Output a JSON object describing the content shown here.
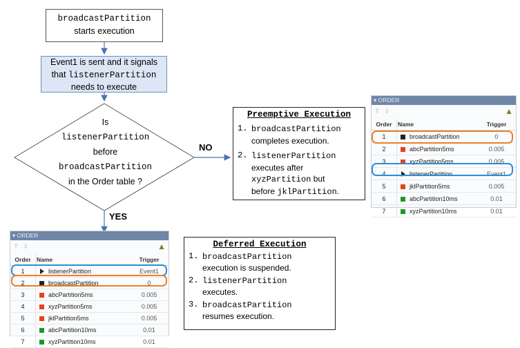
{
  "flow": {
    "start_line1": "broadcastPartition",
    "start_line2": "starts execution",
    "event_line1": "Event1 is sent and it signals",
    "event_line2_prefix": "that ",
    "event_line2_code": "listenerPartition",
    "event_line3": "needs to execute",
    "decision_line1": "Is",
    "decision_line2": "listenerPartition",
    "decision_line3": "before",
    "decision_line4": "broadcastPartition",
    "decision_line5": "in the Order table ?",
    "no_label": "NO",
    "yes_label": "YES"
  },
  "preemptive": {
    "title": "Preemptive Execution",
    "items": [
      {
        "num": "1.",
        "code": "broadcastPartition",
        "text": "completes execution."
      },
      {
        "num": "2.",
        "code": "listenerPartition",
        "text1": "executes after",
        "code2": "xyzPartition",
        "text2": " but",
        "text3": "before ",
        "code3": "jklPartition",
        "text4": "."
      }
    ]
  },
  "deferred": {
    "title": "Deferred Execution",
    "items": [
      {
        "num": "1.",
        "code": "broadcastPartition",
        "text": "execution is suspended."
      },
      {
        "num": "2.",
        "code": "listenerPartition",
        "text": "executes."
      },
      {
        "num": "3.",
        "code": "broadcastPartition",
        "text": "resumes execution."
      }
    ]
  },
  "order_table": {
    "header": "ORDER",
    "col_order": "Order",
    "col_name": "Name",
    "col_trigger": "Trigger"
  },
  "colors": {
    "highlight_orange": "#e8802a",
    "highlight_blue": "#2a8fd8",
    "periodic_fast": "#e8401c",
    "periodic_slow": "#1a9a2a",
    "event_icon": "#222222"
  },
  "right_table_rows": [
    {
      "order": "1",
      "name": "broadcastPartition",
      "trigger": "0",
      "icon": "black-square-icon"
    },
    {
      "order": "2",
      "name": "abcPartition5ms",
      "trigger": "0.005",
      "icon": "red-square-icon"
    },
    {
      "order": "3",
      "name": "xyzPartition5ms",
      "trigger": "0.005",
      "icon": "red-square-icon"
    },
    {
      "order": "4",
      "name": "listenerPartition",
      "trigger": "Event1",
      "icon": "event-triangle-icon"
    },
    {
      "order": "5",
      "name": "jklPartition5ms",
      "trigger": "0.005",
      "icon": "red-square-icon"
    },
    {
      "order": "6",
      "name": "abcPartition10ms",
      "trigger": "0.01",
      "icon": "green-square-icon"
    },
    {
      "order": "7",
      "name": "xyzPartition10ms",
      "trigger": "0.01",
      "icon": "green-square-icon"
    }
  ],
  "left_table_rows": [
    {
      "order": "1",
      "name": "listenerPartition",
      "trigger": "Event1",
      "icon": "event-triangle-icon"
    },
    {
      "order": "2",
      "name": "broadcastPartition",
      "trigger": "0",
      "icon": "black-square-icon"
    },
    {
      "order": "3",
      "name": "abcPartition5ms",
      "trigger": "0.005",
      "icon": "red-square-icon"
    },
    {
      "order": "4",
      "name": "xyzPartition5ms",
      "trigger": "0.005",
      "icon": "red-square-icon"
    },
    {
      "order": "5",
      "name": "jklPartition5ms",
      "trigger": "0.005",
      "icon": "red-square-icon"
    },
    {
      "order": "6",
      "name": "abcPartition10ms",
      "trigger": "0.01",
      "icon": "green-square-icon"
    },
    {
      "order": "7",
      "name": "xyzPartition10ms",
      "trigger": "0.01",
      "icon": "green-square-icon"
    }
  ]
}
